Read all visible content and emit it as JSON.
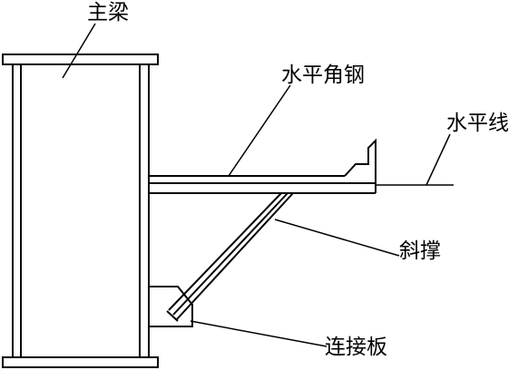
{
  "labels": {
    "main_beam": "主梁",
    "horizontal_angle_steel": "水平角钢",
    "horizontal_line": "水平线",
    "diagonal_brace": "斜撑",
    "connecting_plate": "连接板"
  },
  "colors": {
    "stroke": "#000000",
    "background": "#ffffff"
  }
}
